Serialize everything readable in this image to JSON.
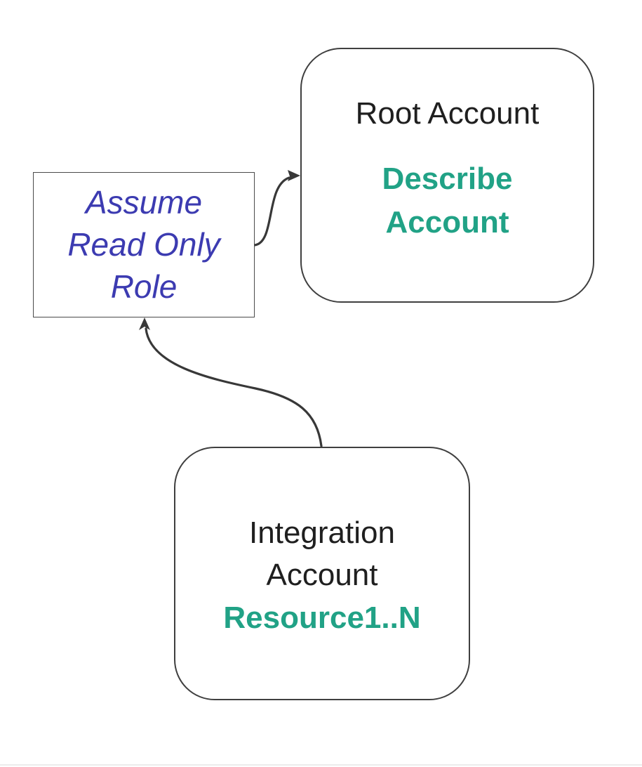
{
  "colors": {
    "background": "#ffffff",
    "stroke": "#383838",
    "box_border": "#3f3f3f",
    "text_dark": "#1f1f1f",
    "accent_teal": "#21a286",
    "accent_blue": "#3c3bb1",
    "footer_line": "#ececec"
  },
  "nodes": {
    "assume_role": {
      "line1": "Assume",
      "line2": "Read Only",
      "line3": "Role"
    },
    "root_account": {
      "title": "Root Account",
      "action_line1": "Describe",
      "action_line2": "Account"
    },
    "integration_account": {
      "title_line1": "Integration",
      "title_line2": "Account",
      "resources": "Resource1..N"
    }
  },
  "edges": [
    {
      "from": "assume_role",
      "to": "root_account"
    },
    {
      "from": "integration_account",
      "to": "assume_role"
    }
  ]
}
